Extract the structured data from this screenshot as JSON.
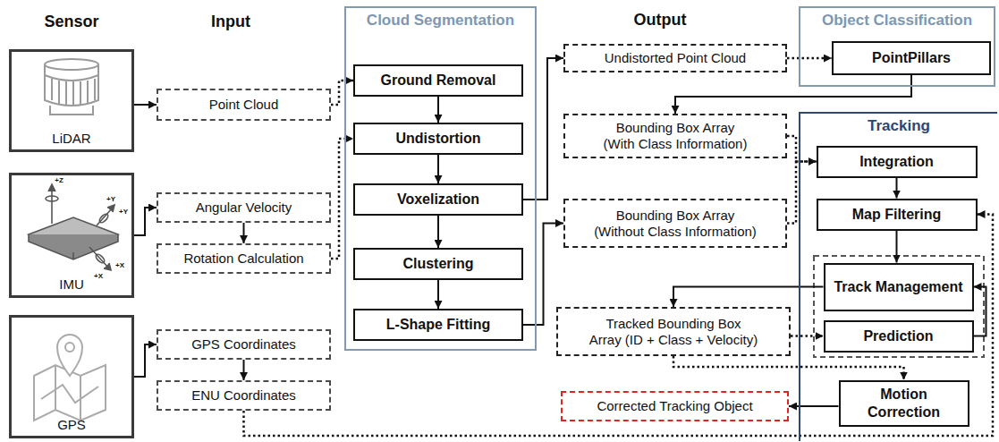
{
  "diagram": {
    "nodes": [
      {
        "text": [
          "LiDAR"
        ]
      },
      {
        "text": [
          "IMU"
        ]
      },
      {
        "text": [
          "GPS"
        ]
      },
      {
        "text": [
          "Point Cloud"
        ]
      },
      {
        "text": [
          "Angular Velocity"
        ]
      },
      {
        "text": [
          "Rotation Calculation"
        ]
      },
      {
        "text": [
          "GPS Coordinates"
        ]
      },
      {
        "text": [
          "ENU Coordinates"
        ]
      },
      {
        "text": [
          "Cloud Segmentation"
        ]
      },
      {
        "text": [
          "Ground Removal"
        ],
        "in": 8
      },
      {
        "text": [
          "Undistortion"
        ],
        "in": 8
      },
      {
        "text": [
          "Voxelization"
        ],
        "in": 8
      },
      {
        "text": [
          "Clustering"
        ],
        "in": 8
      },
      {
        "text": [
          "L-Shape Fitting"
        ],
        "in": 8
      },
      {
        "text": [
          "Undistorted Point Cloud"
        ]
      },
      {
        "text": [
          "Bounding Box Array (With Class Information)"
        ]
      },
      {
        "text": [
          "Bounding Box Array (Without Class Information)"
        ]
      },
      {
        "text": [
          "Tracked Bounding Box Array (ID + Class + Velocity)"
        ]
      },
      {
        "text": [
          "Corrected Tracking Object"
        ]
      },
      {
        "text": [
          "Object Classification"
        ]
      },
      {
        "text": [
          "PointPillars"
        ],
        "in": 19
      },
      {
        "text": [
          "Tracking"
        ]
      },
      {
        "text": [
          "Integration"
        ],
        "in": 21
      },
      {
        "text": [
          "Map Filtering"
        ],
        "in": 21
      },
      {
        "text": [
          "Track Management"
        ],
        "in": 21
      },
      {
        "text": [
          "Prediction"
        ],
        "in": 21
      },
      {
        "text": [
          "Motion Correction"
        ],
        "in": 21
      }
    ],
    "edges": [
      {
        "from": 0,
        "to": 3,
        "arrow": "to"
      },
      {
        "from": 1,
        "to": 4,
        "arrow": "to"
      },
      {
        "from": 4,
        "to": 5,
        "arrow": "to"
      },
      {
        "from": 2,
        "to": 6,
        "arrow": "to"
      },
      {
        "from": 6,
        "to": 7,
        "arrow": "to"
      },
      {
        "from": 3,
        "to": 9,
        "arrow": "to"
      },
      {
        "from": 5,
        "to": 10,
        "arrow": "to"
      },
      {
        "from": 9,
        "to": 10,
        "arrow": "to"
      },
      {
        "from": 10,
        "to": 11,
        "arrow": "to"
      },
      {
        "from": 11,
        "to": 12,
        "arrow": "to"
      },
      {
        "from": 12,
        "to": 13,
        "arrow": "to"
      },
      {
        "from": 11,
        "to": 14,
        "arrow": "to"
      },
      {
        "from": 14,
        "to": 20,
        "arrow": "to"
      },
      {
        "from": 20,
        "to": 15,
        "arrow": "to"
      },
      {
        "from": 15,
        "to": 22,
        "arrow": "to"
      },
      {
        "from": 16,
        "to": 22,
        "arrow": "to"
      },
      {
        "from": 22,
        "to": 23,
        "arrow": "to"
      },
      {
        "from": 23,
        "to": 24,
        "arrow": "to"
      },
      {
        "from": 24,
        "to": 17,
        "arrow": "to"
      },
      {
        "from": 17,
        "to": 25,
        "arrow": "to"
      },
      {
        "from": 25,
        "to": 24,
        "arrow": "to"
      },
      {
        "from": 17,
        "to": 26,
        "arrow": "to"
      },
      {
        "from": 7,
        "to": 23,
        "arrow": "to"
      },
      {
        "from": 26,
        "to": 18,
        "arrow": "to"
      },
      {
        "from": 13,
        "to": 16,
        "arrow": "to"
      }
    ],
    "labels": [
      "Sensor",
      "Input",
      "Output",
      "+Z",
      "+Y",
      "+Y",
      "+X",
      "+X"
    ]
  }
}
